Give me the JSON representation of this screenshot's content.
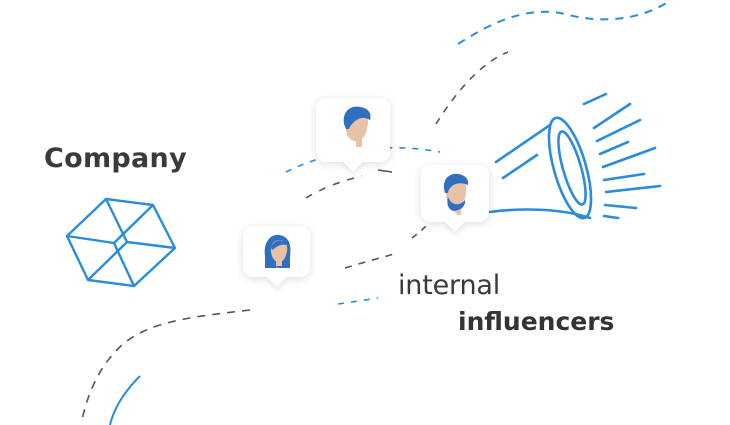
{
  "colors": {
    "accent_blue": "#2b8cdb",
    "dash_dark": "#555555",
    "text": "#3a3a3a"
  },
  "company": {
    "label": "Company"
  },
  "influencers": {
    "line1": "internal",
    "line2": "influencers"
  },
  "icons": {
    "cube": "cube-icon",
    "megaphone": "megaphone-icon",
    "people": [
      "man-avatar-icon",
      "bearded-man-avatar-icon",
      "woman-avatar-icon"
    ]
  }
}
